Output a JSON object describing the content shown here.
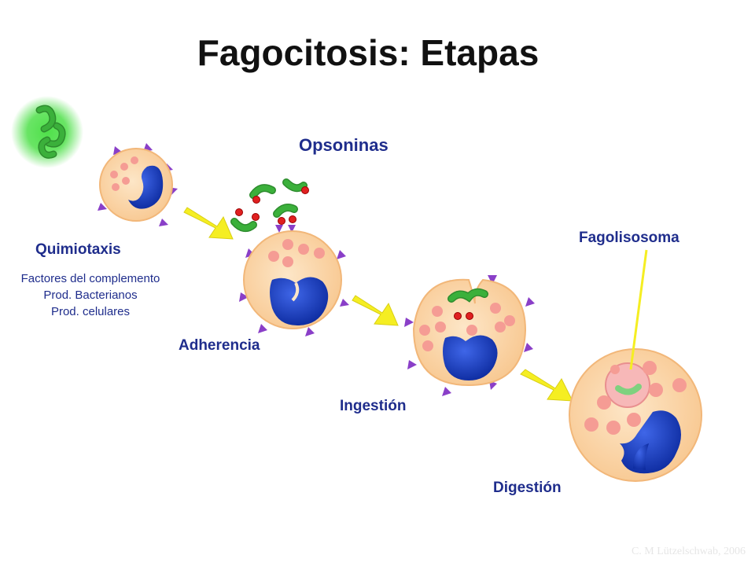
{
  "title": "Fagocitosis: Etapas",
  "stages": {
    "quimiotaxis": "Quimiotaxis",
    "adherencia": "Adherencia",
    "ingestion": "Ingestión",
    "digestion": "Digestión"
  },
  "opsoninas": "Opsoninas",
  "fagolisosoma": "Fagolisosoma",
  "chemotaxis_factors": [
    "Factores del complemento",
    "Prod. Bacterianos",
    "Prod. celulares"
  ],
  "credit": "C. M Lützelschwab, 2006",
  "colors": {
    "label_text": "#1f2d8c",
    "cytoplasm": "#fcd9ad",
    "granule": "#f59c94",
    "nucleus": "#1438b4",
    "receptor": "#8a3fc8",
    "bacteria": "#38a83a",
    "opsonin": "#e02020",
    "arrow": "#f5ee22",
    "glow": "#4fe04a",
    "phagolysosome": "#f7b8b8"
  }
}
